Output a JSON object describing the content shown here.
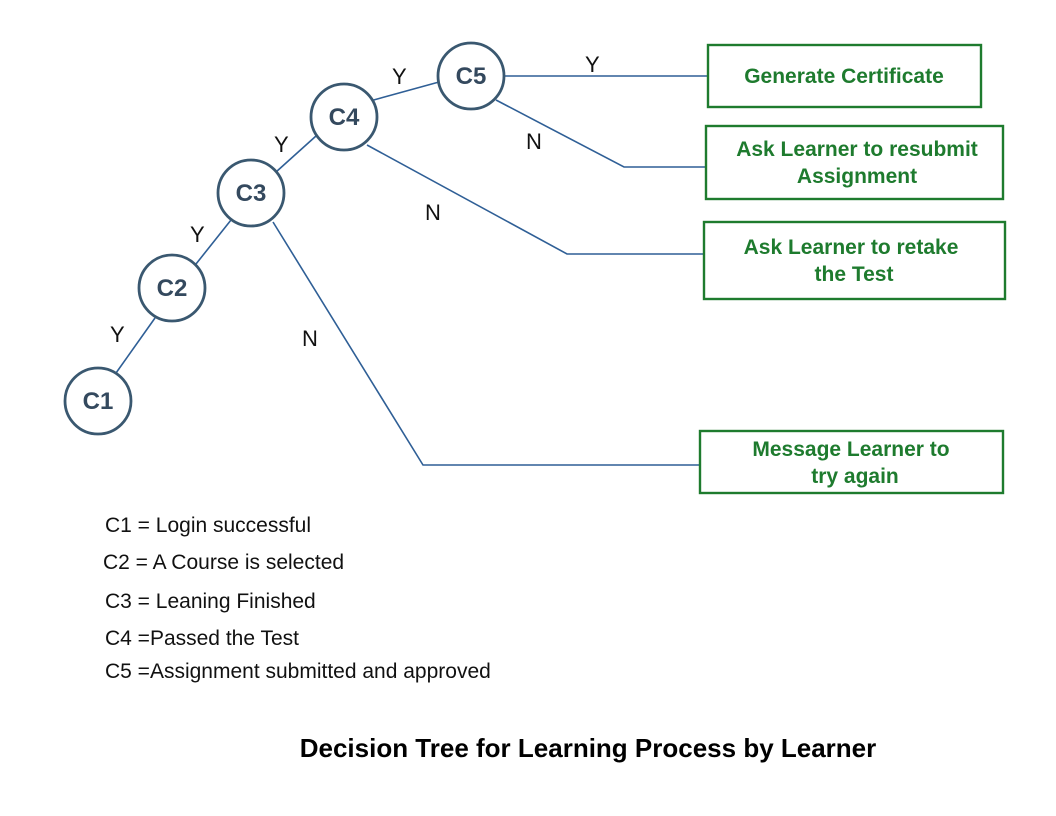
{
  "nodes": {
    "c1": "C1",
    "c2": "C2",
    "c3": "C3",
    "c4": "C4",
    "c5": "C5"
  },
  "edge_labels": {
    "c1_c2": "Y",
    "c2_c3": "Y",
    "c3_c4": "Y",
    "c4_c5": "Y",
    "c5_yes": "Y",
    "c5_no": "N",
    "c4_no": "N",
    "c3_no": "N"
  },
  "outcomes": {
    "certificate": {
      "line1": "Generate Certificate"
    },
    "resubmit": {
      "line1": "Ask Learner to resubmit",
      "line2": "Assignment"
    },
    "retake": {
      "line1": "Ask Learner to retake",
      "line2": "the Test"
    },
    "try_again": {
      "line1": "Message Learner to",
      "line2": "try again"
    }
  },
  "legend": [
    "C1 = Login successful",
    "C2 = A Course is selected",
    "C3 = Leaning Finished",
    "C4 =Passed the Test",
    "C5 =Assignment submitted and approved"
  ],
  "caption": "Decision Tree for Learning Process by Learner",
  "colors": {
    "node_stroke": "#3a5870",
    "edge": "#2f5f96",
    "outcome_stroke": "#1e7b2e",
    "outcome_text": "#1e7b2e"
  }
}
